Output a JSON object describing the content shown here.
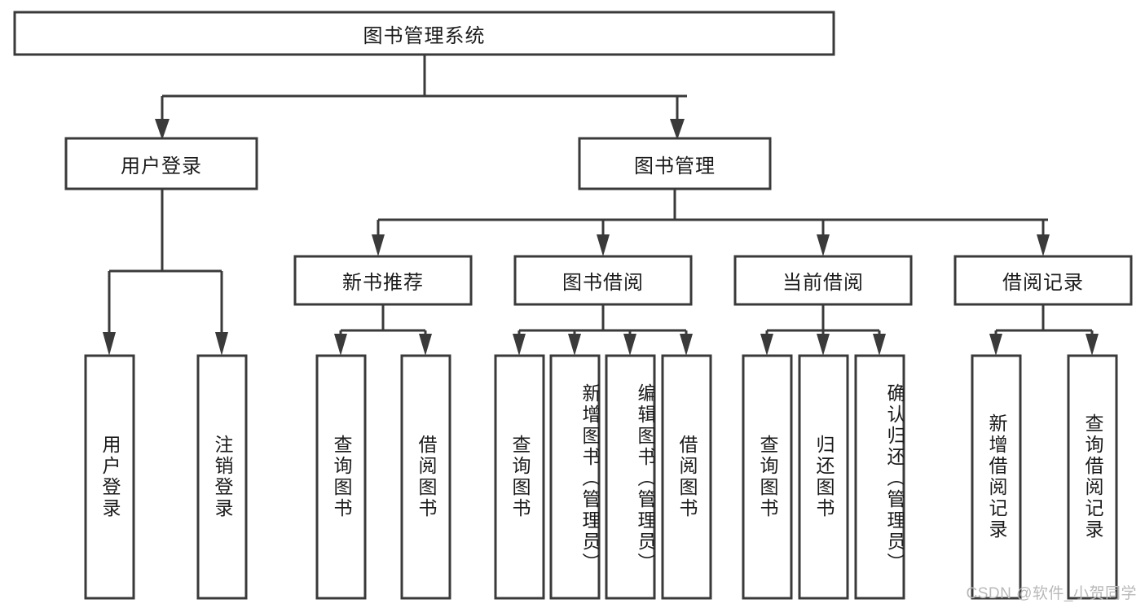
{
  "diagram": {
    "title": "图书管理系统",
    "type": "tree-hierarchy-chart",
    "watermark": "CSDN @软件_小贺同学",
    "colors": {
      "box_stroke": "#3a3a3a",
      "box_fill": "#ffffff",
      "connector": "#3a3a3a",
      "text": "#1b1b1b",
      "watermark": "#b9b9b9",
      "background": "#ffffff"
    },
    "root": {
      "label": "图书管理系统"
    },
    "level2": [
      {
        "id": "user-login",
        "label": "用户登录"
      },
      {
        "id": "book-manage",
        "label": "图书管理"
      }
    ],
    "level3": [
      {
        "id": "new-book-recommend",
        "label": "新书推荐",
        "parent": "book-manage"
      },
      {
        "id": "book-borrow",
        "label": "图书借阅",
        "parent": "book-manage"
      },
      {
        "id": "current-borrow",
        "label": "当前借阅",
        "parent": "book-manage"
      },
      {
        "id": "borrow-record",
        "label": "借阅记录",
        "parent": "book-manage"
      }
    ],
    "leaves": {
      "user-login": [
        {
          "id": "leaf-user-login",
          "label": "用户登录"
        },
        {
          "id": "leaf-user-logout",
          "label": "注销登录"
        }
      ],
      "new-book-recommend": [
        {
          "id": "leaf-query-book-1",
          "label": "查询图书"
        },
        {
          "id": "leaf-borrow-book-1",
          "label": "借阅图书"
        }
      ],
      "book-borrow": [
        {
          "id": "leaf-query-book-2",
          "label": "查询图书"
        },
        {
          "id": "leaf-add-book",
          "label": "新增图书（管理员）"
        },
        {
          "id": "leaf-edit-book",
          "label": "编辑图书（管理员）"
        },
        {
          "id": "leaf-borrow-book-2",
          "label": "借阅图书"
        }
      ],
      "current-borrow": [
        {
          "id": "leaf-query-book-3",
          "label": "查询图书"
        },
        {
          "id": "leaf-return-book",
          "label": "归还图书"
        },
        {
          "id": "leaf-confirm-return",
          "label": "确认归还（管理员）"
        }
      ],
      "borrow-record": [
        {
          "id": "leaf-add-record",
          "label": "新增借阅记录"
        },
        {
          "id": "leaf-query-record",
          "label": "查询借阅记录"
        }
      ]
    }
  }
}
